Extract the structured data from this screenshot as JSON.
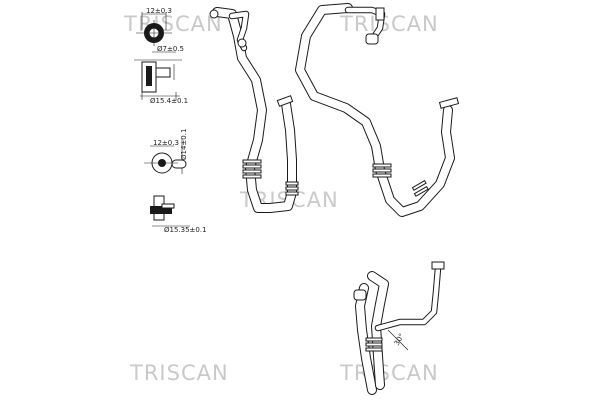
{
  "watermark": "TRISCAN",
  "dimensions": {
    "detail_a_width": "12±0.3",
    "detail_b_dia": "Ø7±0.5",
    "detail_c_dia": "Ø15.4±0.1",
    "detail_d_width": "12±0.3",
    "detail_d_dia": "Ø14±0.1",
    "detail_e_dia": "Ø15.35±0.1",
    "assembly_c_angle": "30°"
  }
}
